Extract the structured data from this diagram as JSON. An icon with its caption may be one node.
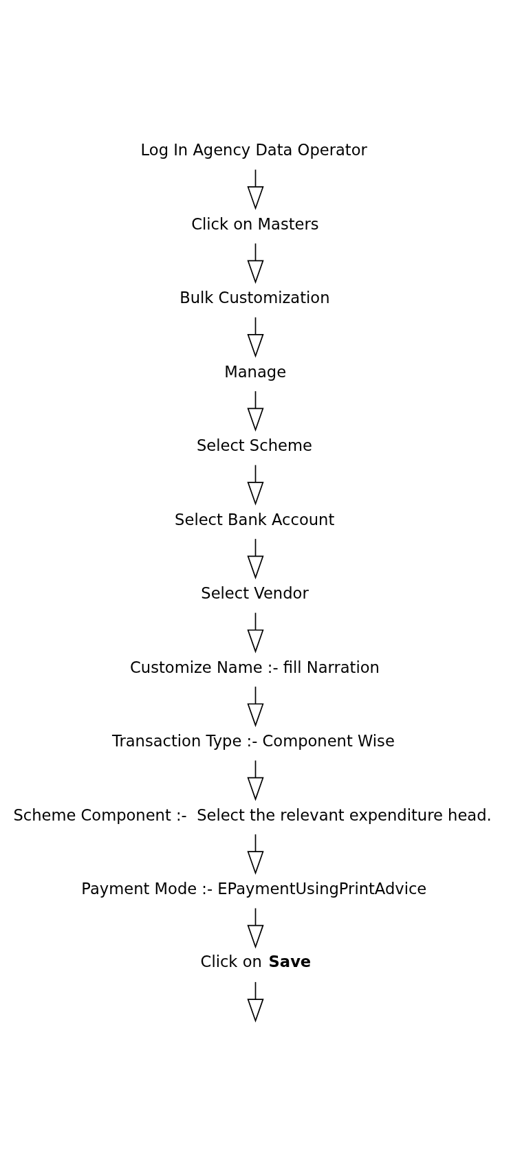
{
  "diagram": {
    "nodes": [
      {
        "text": [
          "Log In Agency Data Operator"
        ]
      },
      {
        "text": [
          "Click on Masters"
        ]
      },
      {
        "text": [
          "Bulk Customization"
        ]
      },
      {
        "text": [
          "Manage"
        ]
      },
      {
        "text": [
          "Select Scheme"
        ]
      },
      {
        "text": [
          "Select Bank Account"
        ]
      },
      {
        "text": [
          "Select Vendor"
        ]
      },
      {
        "text": [
          "Customize Name :- fill Narration"
        ]
      },
      {
        "text": [
          "Transaction Type :- Component Wise"
        ]
      },
      {
        "text": [
          "Scheme Component :-  Select the relevant expenditure head."
        ]
      },
      {
        "text": [
          "Payment Mode :- EPaymentUsingPrintAdvice"
        ]
      },
      {
        "text": [
          "Click on **Save**"
        ]
      }
    ],
    "edges": [
      {
        "from": 0,
        "to": 1,
        "arrow": "to"
      },
      {
        "from": 1,
        "to": 2,
        "arrow": "to"
      },
      {
        "from": 2,
        "to": 3,
        "arrow": "to"
      },
      {
        "from": 3,
        "to": 4,
        "arrow": "to"
      },
      {
        "from": 4,
        "to": 5,
        "arrow": "to"
      },
      {
        "from": 5,
        "to": 6,
        "arrow": "to"
      },
      {
        "from": 6,
        "to": 7,
        "arrow": "to"
      },
      {
        "from": 7,
        "to": 8,
        "arrow": "to"
      },
      {
        "from": 8,
        "to": 9,
        "arrow": "to"
      },
      {
        "from": 9,
        "to": 10,
        "arrow": "to"
      },
      {
        "from": 10,
        "to": 11,
        "arrow": "to"
      },
      {
        "from": 11,
        "to": null,
        "arrow": "to"
      }
    ]
  }
}
